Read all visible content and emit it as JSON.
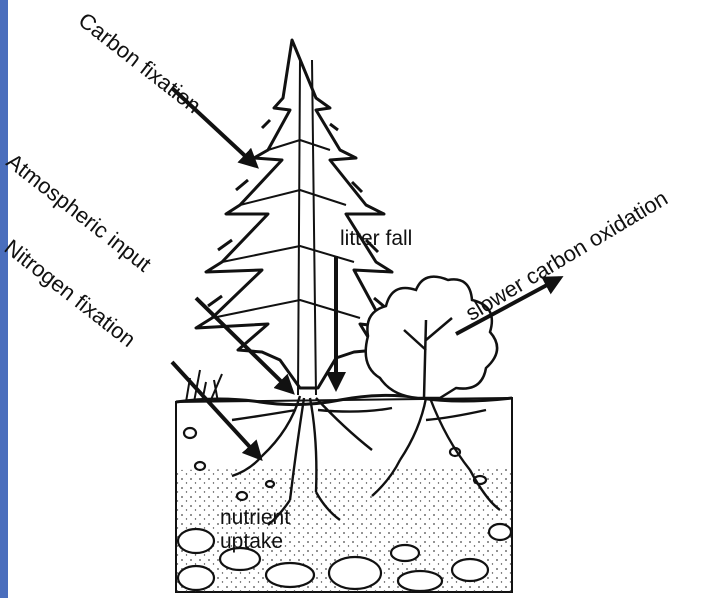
{
  "diagram": {
    "labels": {
      "carbon_fixation": "Carbon fixation",
      "atmospheric_input": "Atmospheric input",
      "nitrogen_fixation": "Nitrogen fixation",
      "slower_carbon_oxidation": "slower carbon oxidation",
      "litter_fall": "litter fall",
      "nutrient_uptake": "nutrient uptake"
    },
    "illustration": [
      "conifer-tree",
      "shrub",
      "soil-profile",
      "roots",
      "rocks"
    ]
  },
  "colors": {
    "frame_accent": "#4a6ebd",
    "ink": "#111111",
    "background": "#ffffff"
  }
}
